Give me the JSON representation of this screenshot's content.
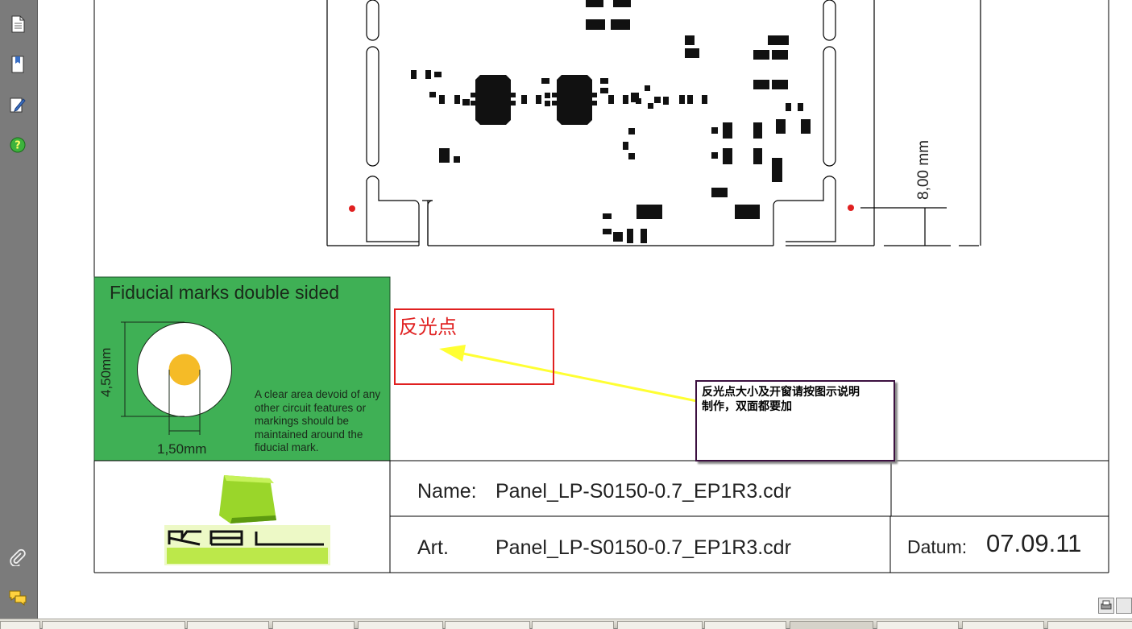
{
  "sidebar": {
    "icons": [
      "pages-icon",
      "bookmarks-icon",
      "signatures-icon",
      "help-icon",
      "attachments-icon",
      "comments-icon"
    ]
  },
  "drawing": {
    "dimension_8mm": "8,00 mm"
  },
  "fiducial": {
    "title": "Fiducial marks double sided",
    "diameter_label": "4,50mm",
    "dot_label": "1,50mm",
    "note": "A clear area devoid of any other circuit features or markings should be maintained around the fiducial mark.",
    "bg_color": "#3fb055",
    "dot_color": "#f5bb27"
  },
  "annotation": {
    "label": "反光点",
    "comment_line1": "反光点大小及开窗请按图示说明",
    "comment_line2": "制作，双面都要加",
    "arrow_color": "#ffff33",
    "box_color": "#e02020"
  },
  "title_block": {
    "name_label": "Name:",
    "name_value": "Panel_LP-S0150-0.7_EP1R3.cdr",
    "art_label": "Art.",
    "art_value": "Panel_LP-S0150-0.7_EP1R3.cdr",
    "date_label": "Datum:",
    "date_value": "07.09.11"
  }
}
